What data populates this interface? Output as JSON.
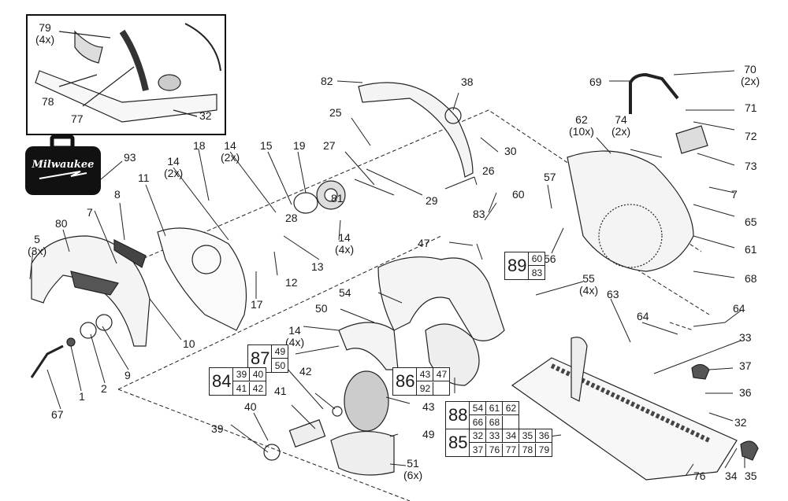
{
  "diagram": {
    "title": "Milwaukee Cordless Circular Saw Exploded Parts Diagram",
    "brand_logo_text": "Milwaukee",
    "inset": {
      "labels": [
        {
          "id": "79",
          "qty": "(4x)"
        },
        {
          "id": "78",
          "qty": ""
        },
        {
          "id": "77",
          "qty": ""
        },
        {
          "id": "32",
          "qty": ""
        }
      ]
    },
    "case_label": {
      "id": "93",
      "qty": ""
    },
    "part_labels": [
      {
        "id": "1",
        "qty": ""
      },
      {
        "id": "2",
        "qty": ""
      },
      {
        "id": "5",
        "qty": "(3x)"
      },
      {
        "id": "7",
        "qty": ""
      },
      {
        "id": "7",
        "qty": ""
      },
      {
        "id": "8",
        "qty": ""
      },
      {
        "id": "9",
        "qty": ""
      },
      {
        "id": "10",
        "qty": ""
      },
      {
        "id": "11",
        "qty": ""
      },
      {
        "id": "12",
        "qty": ""
      },
      {
        "id": "13",
        "qty": ""
      },
      {
        "id": "14",
        "qty": "(2x)"
      },
      {
        "id": "14",
        "qty": "(2x)"
      },
      {
        "id": "14",
        "qty": "(4x)"
      },
      {
        "id": "14",
        "qty": "(4x)"
      },
      {
        "id": "15",
        "qty": ""
      },
      {
        "id": "17",
        "qty": ""
      },
      {
        "id": "18",
        "qty": ""
      },
      {
        "id": "19",
        "qty": ""
      },
      {
        "id": "25",
        "qty": ""
      },
      {
        "id": "26",
        "qty": ""
      },
      {
        "id": "27",
        "qty": ""
      },
      {
        "id": "28",
        "qty": ""
      },
      {
        "id": "29",
        "qty": ""
      },
      {
        "id": "30",
        "qty": ""
      },
      {
        "id": "32",
        "qty": ""
      },
      {
        "id": "33",
        "qty": ""
      },
      {
        "id": "34",
        "qty": ""
      },
      {
        "id": "35",
        "qty": ""
      },
      {
        "id": "36",
        "qty": ""
      },
      {
        "id": "37",
        "qty": ""
      },
      {
        "id": "38",
        "qty": ""
      },
      {
        "id": "39",
        "qty": ""
      },
      {
        "id": "40",
        "qty": ""
      },
      {
        "id": "41",
        "qty": ""
      },
      {
        "id": "42",
        "qty": ""
      },
      {
        "id": "43",
        "qty": ""
      },
      {
        "id": "47",
        "qty": ""
      },
      {
        "id": "49",
        "qty": ""
      },
      {
        "id": "50",
        "qty": ""
      },
      {
        "id": "51",
        "qty": "(6x)"
      },
      {
        "id": "54",
        "qty": ""
      },
      {
        "id": "55",
        "qty": "(4x)"
      },
      {
        "id": "56",
        "qty": ""
      },
      {
        "id": "57",
        "qty": ""
      },
      {
        "id": "60",
        "qty": ""
      },
      {
        "id": "61",
        "qty": ""
      },
      {
        "id": "62",
        "qty": "(10x)"
      },
      {
        "id": "63",
        "qty": ""
      },
      {
        "id": "64",
        "qty": ""
      },
      {
        "id": "64",
        "qty": ""
      },
      {
        "id": "65",
        "qty": ""
      },
      {
        "id": "67",
        "qty": ""
      },
      {
        "id": "68",
        "qty": ""
      },
      {
        "id": "69",
        "qty": ""
      },
      {
        "id": "70",
        "qty": "(2x)"
      },
      {
        "id": "71",
        "qty": ""
      },
      {
        "id": "72",
        "qty": ""
      },
      {
        "id": "73",
        "qty": ""
      },
      {
        "id": "74",
        "qty": "(2x)"
      },
      {
        "id": "76",
        "qty": ""
      },
      {
        "id": "80",
        "qty": ""
      },
      {
        "id": "81",
        "qty": ""
      },
      {
        "id": "82",
        "qty": ""
      },
      {
        "id": "83",
        "qty": ""
      }
    ],
    "kits": [
      {
        "id": "87",
        "cols": 1,
        "parts": [
          "49",
          "50"
        ]
      },
      {
        "id": "84",
        "cols": 2,
        "parts": [
          "39",
          "40",
          "41",
          "42"
        ]
      },
      {
        "id": "86",
        "cols": 2,
        "parts": [
          "43",
          "47",
          "92",
          ""
        ]
      },
      {
        "id": "89",
        "cols": 1,
        "parts": [
          "60",
          "83"
        ]
      },
      {
        "id": "88",
        "cols": 3,
        "parts": [
          "54",
          "61",
          "62",
          "66",
          "68",
          ""
        ]
      },
      {
        "id": "85",
        "cols": 5,
        "parts": [
          "32",
          "33",
          "34",
          "35",
          "36",
          "37",
          "76",
          "77",
          "78",
          "79"
        ]
      }
    ]
  }
}
